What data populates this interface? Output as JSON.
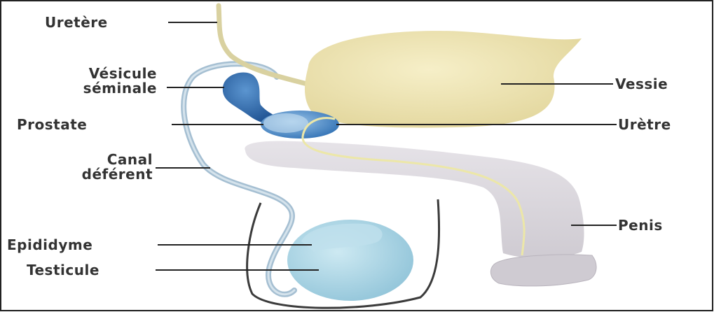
{
  "labels": {
    "uretere": "Uretère",
    "vesicule_l1": "Vésicule",
    "vesicule_l2": "séminale",
    "prostate": "Prostate",
    "canal_l1": "Canal",
    "canal_l2": "déférent",
    "epididyme": "Epididyme",
    "testicule": "Testicule",
    "vessie": "Vessie",
    "uretre": "Urètre",
    "penis": "Penis"
  },
  "colors": {
    "bladder": "#ece3b0",
    "ureter": "#ddd6a4",
    "vesicle": "#2b6cb0",
    "prostate": "#3b7cc0",
    "vas": "#a9c0d2",
    "penis": "#ddd9df",
    "testis": "#a9d5e4",
    "scrotum": "#444444",
    "leader": "#222222"
  }
}
